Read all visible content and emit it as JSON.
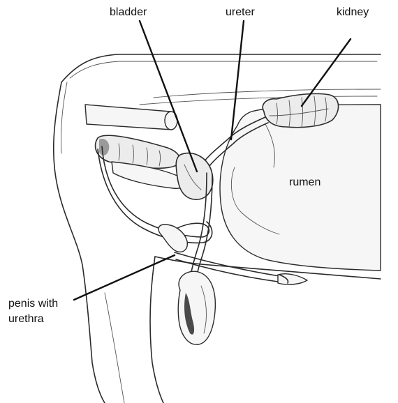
{
  "labels": {
    "bladder": "bladder",
    "ureter": "ureter",
    "kidney": "kidney",
    "rumen": "rumen",
    "penis_line1": "penis with",
    "penis_line2": "urethra"
  }
}
